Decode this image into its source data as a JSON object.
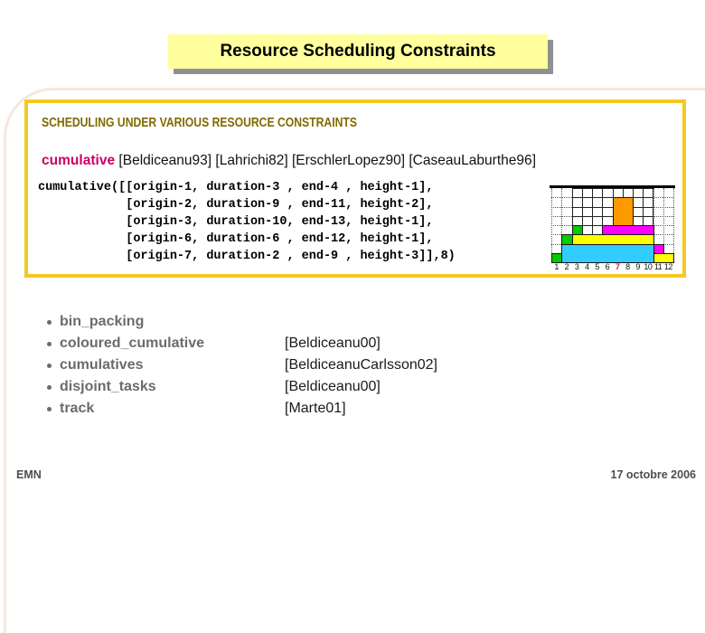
{
  "slide": {
    "title": "Resource Scheduling Constraints",
    "footer_left": "EMN",
    "footer_right": "17 octobre 2006"
  },
  "panel": {
    "heading": "SCHEDULING UNDER VARIOUS RESOURCE CONSTRAINTS",
    "constraint_name": "cumulative",
    "references": "[Beldiceanu93] [Lahrichi82] [ErschlerLopez90] [CaseauLaburthe96]",
    "code_lines": [
      "cumulative([[origin-1, duration-3 , end-4 , height-1],",
      "            [origin-2, duration-9 , end-11, height-2],",
      "            [origin-3, duration-10, end-13, height-1],",
      "            [origin-6, duration-6 , end-12, height-1],",
      "            [origin-7, duration-2 , end-9 , height-3]],8)"
    ]
  },
  "chart_data": {
    "type": "bar",
    "subtype": "cumulative-resource-profile",
    "title": "",
    "xlabel": "",
    "ylabel": "",
    "columns": 12,
    "rows": 8,
    "capacity": 8,
    "x_ticks": [
      "1",
      "2",
      "3",
      "4",
      "5",
      "6",
      "7",
      "8",
      "9",
      "10",
      "11",
      "12"
    ],
    "highlighted_tick": "7",
    "profile_heights": [
      1,
      3,
      4,
      3,
      3,
      4,
      7,
      7,
      4,
      4,
      2,
      1
    ],
    "grid": "dotted",
    "tasks": [
      {
        "origin": 1,
        "duration": 3,
        "end": 4,
        "height": 1,
        "color": "#00CC00"
      },
      {
        "origin": 2,
        "duration": 9,
        "end": 11,
        "height": 2,
        "color": "#33CCFF"
      },
      {
        "origin": 3,
        "duration": 10,
        "end": 13,
        "height": 1,
        "color": "#FFFF00"
      },
      {
        "origin": 6,
        "duration": 6,
        "end": 12,
        "height": 1,
        "color": "#FF00FF"
      },
      {
        "origin": 7,
        "duration": 2,
        "end": 9,
        "height": 3,
        "color": "#FF9900"
      }
    ],
    "blocks": [
      {
        "col_start": 1,
        "col_end": 1,
        "level_bottom": 0,
        "level_top": 1,
        "color": "#00CC00"
      },
      {
        "col_start": 2,
        "col_end": 10,
        "level_bottom": 0,
        "level_top": 2,
        "color": "#33CCFF"
      },
      {
        "col_start": 2,
        "col_end": 2,
        "level_bottom": 2,
        "level_top": 3,
        "color": "#00CC00"
      },
      {
        "col_start": 3,
        "col_end": 10,
        "level_bottom": 2,
        "level_top": 3,
        "color": "#FFFF00"
      },
      {
        "col_start": 3,
        "col_end": 3,
        "level_bottom": 3,
        "level_top": 4,
        "color": "#00CC00"
      },
      {
        "col_start": 6,
        "col_end": 10,
        "level_bottom": 3,
        "level_top": 4,
        "color": "#FF00FF"
      },
      {
        "col_start": 7,
        "col_end": 8,
        "level_bottom": 4,
        "level_top": 7,
        "color": "#FF9900"
      },
      {
        "col_start": 11,
        "col_end": 12,
        "level_bottom": 0,
        "level_top": 1,
        "color": "#FFFF00"
      },
      {
        "col_start": 11,
        "col_end": 11,
        "level_bottom": 1,
        "level_top": 2,
        "color": "#FF00FF"
      }
    ],
    "solid_region": {
      "col_start": 3,
      "col_end": 10,
      "level_bottom": 2,
      "level_top": 8
    }
  },
  "list": {
    "items": [
      {
        "label": "bin_packing",
        "ref": ""
      },
      {
        "label": "coloured_cumulative",
        "ref": "[Beldiceanu00]"
      },
      {
        "label": "cumulatives",
        "ref": "[BeldiceanuCarlsson02]"
      },
      {
        "label": "disjoint_tasks",
        "ref": "[Beldiceanu00]"
      },
      {
        "label": "track",
        "ref": "[Marte01]"
      }
    ]
  },
  "colors": {
    "title_bg": "#FFFF9E",
    "title_shadow": "#909090",
    "panel_border_gold": "#F6C81F",
    "heading_text": "#7F6A00",
    "accent_pink": "#CC0066",
    "bullet_gray": "#6B6B6B",
    "footer_gray": "#4D4D4D",
    "task_green": "#00CC00",
    "task_cyan": "#33CCFF",
    "task_yellow": "#FFFF00",
    "task_magenta": "#FF00FF",
    "task_orange": "#FF9900"
  }
}
